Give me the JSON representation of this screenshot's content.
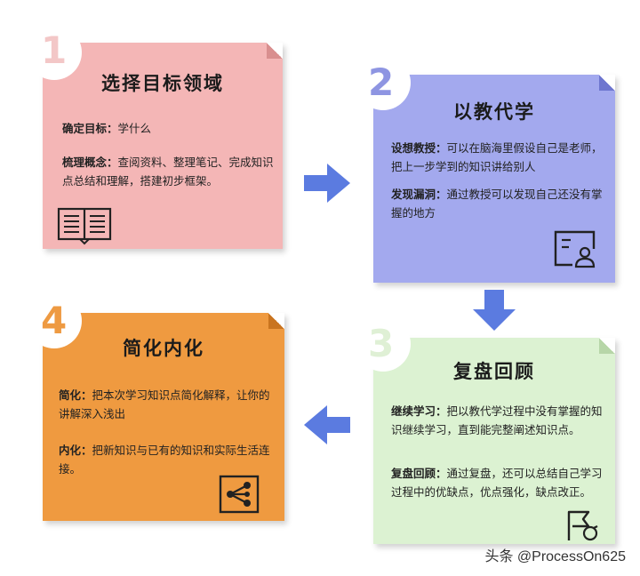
{
  "steps": [
    {
      "number": "1",
      "title": "选择目标领域",
      "items": [
        {
          "label": "确定目标：",
          "text": "学什么"
        },
        {
          "label": "梳理概念：",
          "text": "查阅资料、整理笔记、完成知识点总结和理解，搭建初步框架。"
        }
      ],
      "icon": "open-book-icon"
    },
    {
      "number": "2",
      "title": "以教代学",
      "items": [
        {
          "label": "设想教授：",
          "text": "可以在脑海里假设自己是老师，把上一步学到的知识讲给别人"
        },
        {
          "label": "发现漏洞：",
          "text": "通过教授可以发现自己还没有掌握的地方"
        }
      ],
      "icon": "teacher-board-icon"
    },
    {
      "number": "3",
      "title": "复盘回顾",
      "items": [
        {
          "label": "继续学习：",
          "text": "把以教代学过程中没有掌握的知识继续学习，直到能完整阐述知识点。"
        },
        {
          "label": "复盘回顾：",
          "text": "通过复盘，还可以总结自己学习过程中的优缺点，优点强化，缺点改正。"
        }
      ],
      "icon": "flag-cycle-icon"
    },
    {
      "number": "4",
      "title": "简化内化",
      "items": [
        {
          "label": "简化：",
          "text": "把本次学习知识点简化解释，让你的讲解深入浅出"
        },
        {
          "label": "内化：",
          "text": "把新知识与已有的知识和实际生活连接。"
        }
      ],
      "icon": "share-network-icon"
    }
  ],
  "colors": {
    "card1": "#f4b6b6",
    "card2": "#a3a9ee",
    "card3": "#dcf2d2",
    "card4": "#ef9a40",
    "num1": "#f3c7c7",
    "num2": "#8e95e2",
    "num3": "#dff0d5",
    "num4": "#ee9a42",
    "arrow": "#5b7be0"
  },
  "watermark": "头条 @ProcessOn625"
}
